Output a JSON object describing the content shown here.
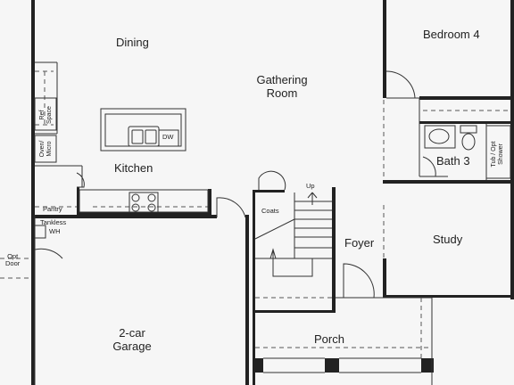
{
  "rooms": {
    "dining": "Dining",
    "bedroom4": "Bedroom 4",
    "gathering_room_line1": "Gathering",
    "gathering_room_line2": "Room",
    "kitchen": "Kitchen",
    "bath3": "Bath 3",
    "foyer": "Foyer",
    "study": "Study",
    "garage_line1": "2-car",
    "garage_line2": "Garage",
    "porch": "Porch"
  },
  "fixtures": {
    "ref_space_line1": "Ref",
    "ref_space_line2": "Space",
    "oven_micro_line1": "Oven/",
    "oven_micro_line2": "Micro",
    "dw": "DW",
    "pantry": "Pantry",
    "tankless": "Tankless",
    "wh": "WH",
    "opt_door_line1": "Opt",
    "opt_door_line2": "Door",
    "coats": "Coats",
    "up": "Up",
    "tub_shower_line1": "Tub / Opt",
    "tub_shower_line2": "Shower"
  }
}
